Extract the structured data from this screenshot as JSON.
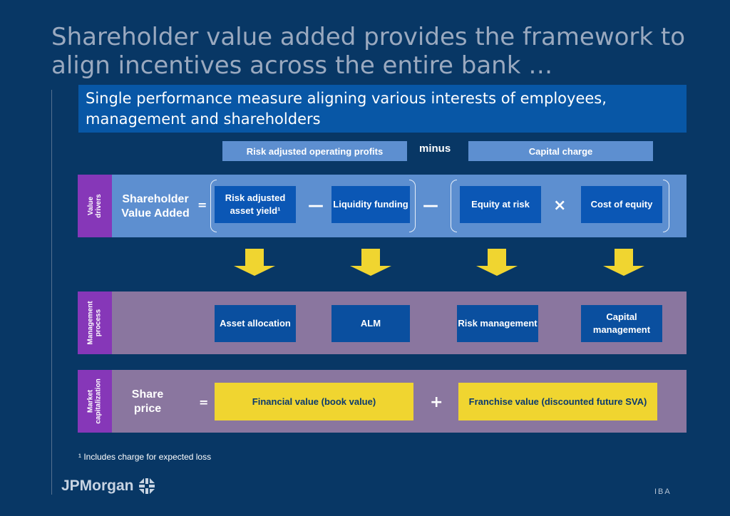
{
  "title": "Shareholder value added provides the framework to align incentives across the entire bank …",
  "subtitle": "Single performance measure aligning various interests of employees, management and shareholders",
  "header": {
    "left": "Risk adjusted operating profits",
    "minus": "minus",
    "right": "Capital charge"
  },
  "rows": {
    "value_drivers": {
      "label": "Value drivers",
      "title": "Shareholder Value Added",
      "equals": "=",
      "boxes": [
        "Risk adjusted asset yield¹",
        "Liquidity funding",
        "Equity at risk",
        "Cost of equity"
      ],
      "ops": [
        "—",
        "—",
        "×"
      ]
    },
    "management_process": {
      "label": "Management process",
      "boxes": [
        "Asset allocation",
        "ALM",
        "Risk management",
        "Capital management"
      ]
    },
    "market_capitalization": {
      "label": "Market capitalization",
      "title": "Share price",
      "equals": "=",
      "plus": "+",
      "financial_value": "Financial value (book value)",
      "franchise_value": "Franchise value (discounted future SVA)"
    }
  },
  "footnote": "¹ Includes charge for expected loss",
  "footer": {
    "logo": "JPMorgan",
    "code": "IBA"
  },
  "colors": {
    "background": "#083765",
    "subtitle_bar": "#0857a6",
    "row_blue": "#5d8fd0",
    "row_mauve": "#8a769f",
    "label_purple": "#8637b8",
    "box_blue": "#0b57b5",
    "yellow": "#f0d530"
  }
}
